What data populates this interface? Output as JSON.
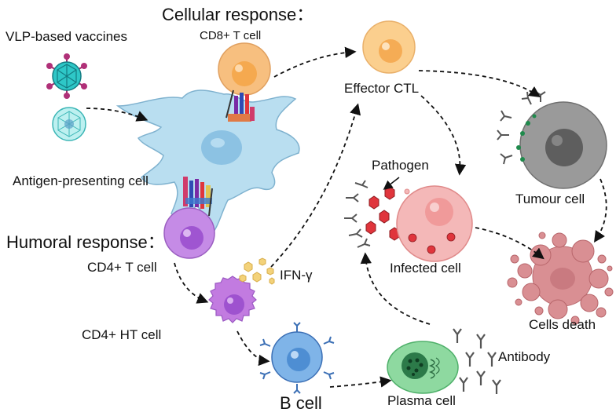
{
  "titles": {
    "cellular": "Cellular response：",
    "humoral": "Humoral response："
  },
  "labels": {
    "vlp": "VLP-based vaccines",
    "cd8": "CD8+ T cell",
    "effector": "Effector CTL",
    "apc": "Antigen-presenting cell",
    "cd4": "CD4+ T cell",
    "cd4ht": "CD4+ HT cell",
    "ifn": "IFN-γ",
    "bcell": "B cell",
    "plasma": "Plasma cell",
    "antibody": "Antibody",
    "pathogen": "Pathogen",
    "infected": "Infected cell",
    "tumour": "Tumour cell",
    "death": "Cells death"
  },
  "colors": {
    "apc": "#b9def0",
    "cd8": "#f7bf7f",
    "effector": "#fbcf8e",
    "cd4": "#c58be6",
    "cd4ht": "#c27be0",
    "bcell": "#7fb4e8",
    "plasma": "#8ed9a0",
    "infected": "#f4b8b8",
    "pathogen": "#e0353c",
    "tumour": "#9a9a9a",
    "death": "#d98f93",
    "vlp": "#2ec7c7",
    "ifn": "#f3d27a"
  }
}
